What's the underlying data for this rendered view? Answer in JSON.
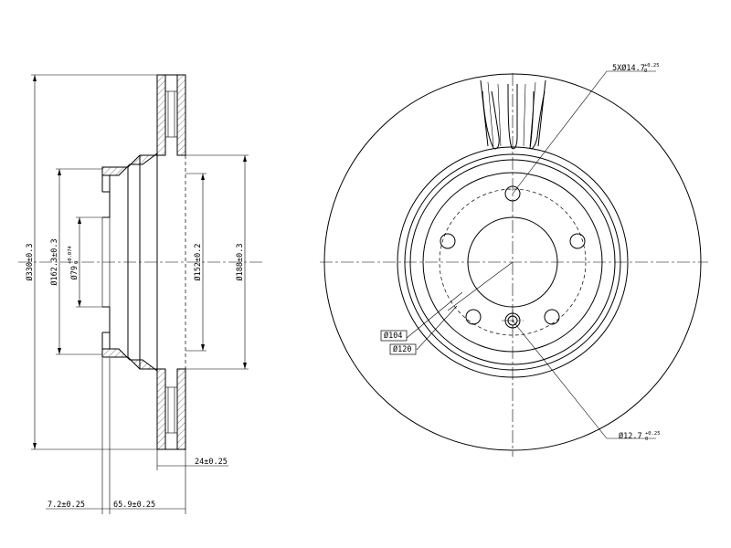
{
  "dimensions": {
    "outer_diameter": "Ø330±0.3",
    "pcd_diameter": "Ø162.3±0.3",
    "hub_bore": {
      "base": "Ø79",
      "tol_upper": "+0.074",
      "tol_lower": "0"
    },
    "inner_face_diameter": "Ø152±0.2",
    "hat_diameter": "Ø188±0.3",
    "thickness": "24±0.25",
    "hat_offset": "7.2±0.25",
    "total_height": "65.9±0.25",
    "bolt_holes": {
      "base": "5XØ14.7",
      "tol_upper": "+0.25",
      "tol_lower": "0"
    },
    "locating_hole": {
      "base": "Ø12.7",
      "tol_upper": "+0.25",
      "tol_lower": "0"
    },
    "bolt_circle_small": "Ø104",
    "bolt_circle_large": "Ø120"
  }
}
